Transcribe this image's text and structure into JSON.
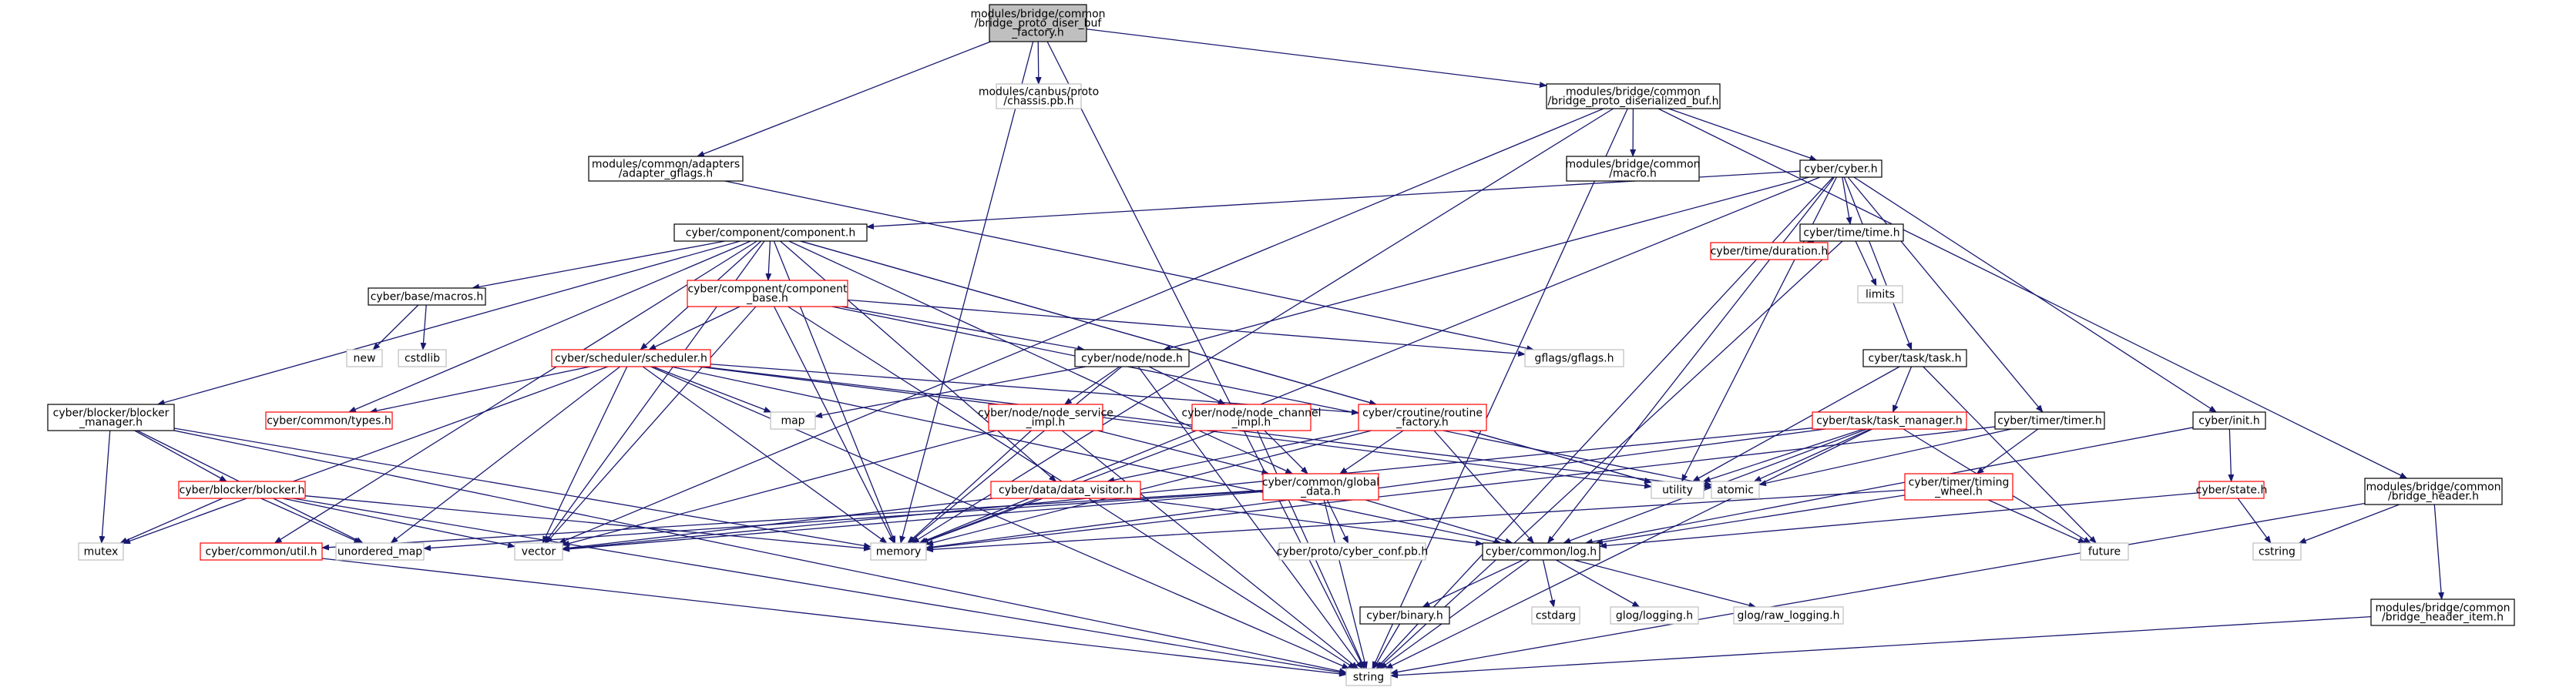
{
  "colors": {
    "edge": "#191970",
    "default_border": "#000000",
    "root_fill": "#bfbfbf",
    "red_border": "#ff0000",
    "gray_border": "#bfbfbf",
    "text": "#000000"
  },
  "nodes": [
    {
      "id": "root",
      "lines": [
        "modules/bridge/common",
        "/bridge_proto_diser_buf",
        "_factory.h"
      ],
      "style": "root"
    },
    {
      "id": "chassis",
      "lines": [
        "modules/canbus/proto",
        "/chassis.pb.h"
      ],
      "style": "gray"
    },
    {
      "id": "deser_buf",
      "lines": [
        "modules/bridge/common",
        "/bridge_proto_diserialized_buf.h"
      ],
      "style": "default"
    },
    {
      "id": "adapter_gflags",
      "lines": [
        "modules/common/adapters",
        "/adapter_gflags.h"
      ],
      "style": "default"
    },
    {
      "id": "macro",
      "lines": [
        "modules/bridge/common",
        "/macro.h"
      ],
      "style": "default"
    },
    {
      "id": "cyber_h",
      "lines": [
        "cyber/cyber.h"
      ],
      "style": "default"
    },
    {
      "id": "component",
      "lines": [
        "cyber/component/component.h"
      ],
      "style": "default"
    },
    {
      "id": "time_h",
      "lines": [
        "cyber/time/time.h"
      ],
      "style": "default"
    },
    {
      "id": "duration",
      "lines": [
        "cyber/time/duration.h"
      ],
      "style": "red"
    },
    {
      "id": "limits",
      "lines": [
        "limits"
      ],
      "style": "gray"
    },
    {
      "id": "macros",
      "lines": [
        "cyber/base/macros.h"
      ],
      "style": "default"
    },
    {
      "id": "new",
      "lines": [
        "new"
      ],
      "style": "gray"
    },
    {
      "id": "cstdlib",
      "lines": [
        "cstdlib"
      ],
      "style": "gray"
    },
    {
      "id": "component_base",
      "lines": [
        "cyber/component/component",
        "_base.h"
      ],
      "style": "red"
    },
    {
      "id": "gflags",
      "lines": [
        "gflags/gflags.h"
      ],
      "style": "gray"
    },
    {
      "id": "scheduler",
      "lines": [
        "cyber/scheduler/scheduler.h"
      ],
      "style": "red"
    },
    {
      "id": "node_h",
      "lines": [
        "cyber/node/node.h"
      ],
      "style": "default"
    },
    {
      "id": "task_h",
      "lines": [
        "cyber/task/task.h"
      ],
      "style": "default"
    },
    {
      "id": "blocker_manager",
      "lines": [
        "cyber/blocker/blocker",
        "_manager.h"
      ],
      "style": "default"
    },
    {
      "id": "types",
      "lines": [
        "cyber/common/types.h"
      ],
      "style": "red"
    },
    {
      "id": "map",
      "lines": [
        "map"
      ],
      "style": "gray"
    },
    {
      "id": "node_service",
      "lines": [
        "cyber/node/node_service",
        "_impl.h"
      ],
      "style": "red"
    },
    {
      "id": "node_channel",
      "lines": [
        "cyber/node/node_channel",
        "_impl.h"
      ],
      "style": "red"
    },
    {
      "id": "routine_factory",
      "lines": [
        "cyber/croutine/routine",
        "_factory.h"
      ],
      "style": "red"
    },
    {
      "id": "task_manager",
      "lines": [
        "cyber/task/task_manager.h"
      ],
      "style": "red"
    },
    {
      "id": "timer_h",
      "lines": [
        "cyber/timer/timer.h"
      ],
      "style": "default"
    },
    {
      "id": "init_h",
      "lines": [
        "cyber/init.h"
      ],
      "style": "default"
    },
    {
      "id": "bridge_header",
      "lines": [
        "modules/bridge/common",
        "/bridge_header.h"
      ],
      "style": "default"
    },
    {
      "id": "blocker_h",
      "lines": [
        "cyber/blocker/blocker.h"
      ],
      "style": "red"
    },
    {
      "id": "data_visitor",
      "lines": [
        "cyber/data/data_visitor.h"
      ],
      "style": "red"
    },
    {
      "id": "global_data",
      "lines": [
        "cyber/common/global",
        "_data.h"
      ],
      "style": "red"
    },
    {
      "id": "utility",
      "lines": [
        "utility"
      ],
      "style": "gray"
    },
    {
      "id": "atomic",
      "lines": [
        "atomic"
      ],
      "style": "gray"
    },
    {
      "id": "timing_wheel",
      "lines": [
        "cyber/timer/timing",
        "_wheel.h"
      ],
      "style": "red"
    },
    {
      "id": "state_h",
      "lines": [
        "cyber/state.h"
      ],
      "style": "red"
    },
    {
      "id": "mutex",
      "lines": [
        "mutex"
      ],
      "style": "gray"
    },
    {
      "id": "util_h",
      "lines": [
        "cyber/common/util.h"
      ],
      "style": "red"
    },
    {
      "id": "unordered_map",
      "lines": [
        "unordered_map"
      ],
      "style": "gray"
    },
    {
      "id": "vector",
      "lines": [
        "vector"
      ],
      "style": "gray"
    },
    {
      "id": "memory",
      "lines": [
        "memory"
      ],
      "style": "gray"
    },
    {
      "id": "cyber_conf",
      "lines": [
        "cyber/proto/cyber_conf.pb.h"
      ],
      "style": "gray"
    },
    {
      "id": "log_h",
      "lines": [
        "cyber/common/log.h"
      ],
      "style": "default"
    },
    {
      "id": "future",
      "lines": [
        "future"
      ],
      "style": "gray"
    },
    {
      "id": "cstring",
      "lines": [
        "cstring"
      ],
      "style": "gray"
    },
    {
      "id": "binary_h",
      "lines": [
        "cyber/binary.h"
      ],
      "style": "default"
    },
    {
      "id": "cstdarg",
      "lines": [
        "cstdarg"
      ],
      "style": "gray"
    },
    {
      "id": "glog_logging",
      "lines": [
        "glog/logging.h"
      ],
      "style": "gray"
    },
    {
      "id": "glog_raw",
      "lines": [
        "glog/raw_logging.h"
      ],
      "style": "gray"
    },
    {
      "id": "bridge_header_item",
      "lines": [
        "modules/bridge/common",
        "/bridge_header_item.h"
      ],
      "style": "default"
    },
    {
      "id": "string",
      "lines": [
        "string"
      ],
      "style": "gray"
    }
  ],
  "edges": [
    [
      "root",
      "chassis"
    ],
    [
      "root",
      "deser_buf"
    ],
    [
      "root",
      "adapter_gflags"
    ],
    [
      "root",
      "memory"
    ],
    [
      "root",
      "string"
    ],
    [
      "deser_buf",
      "macro"
    ],
    [
      "deser_buf",
      "cyber_h"
    ],
    [
      "deser_buf",
      "bridge_header"
    ],
    [
      "deser_buf",
      "memory"
    ],
    [
      "deser_buf",
      "vector"
    ],
    [
      "deser_buf",
      "string"
    ],
    [
      "adapter_gflags",
      "gflags"
    ],
    [
      "cyber_h",
      "component"
    ],
    [
      "cyber_h",
      "time_h"
    ],
    [
      "cyber_h",
      "node_h"
    ],
    [
      "cyber_h",
      "task_h"
    ],
    [
      "cyber_h",
      "timer_h"
    ],
    [
      "cyber_h",
      "init_h"
    ],
    [
      "cyber_h",
      "log_h"
    ],
    [
      "cyber_h",
      "utility"
    ],
    [
      "cyber_h",
      "memory"
    ],
    [
      "cyber_h",
      "string"
    ],
    [
      "time_h",
      "duration"
    ],
    [
      "time_h",
      "limits"
    ],
    [
      "time_h",
      "string"
    ],
    [
      "component",
      "macros"
    ],
    [
      "component",
      "component_base"
    ],
    [
      "component",
      "scheduler"
    ],
    [
      "component",
      "blocker_manager"
    ],
    [
      "component",
      "types"
    ],
    [
      "component",
      "data_visitor"
    ],
    [
      "component",
      "routine_factory"
    ],
    [
      "component",
      "global_data"
    ],
    [
      "component",
      "util_h"
    ],
    [
      "component",
      "vector"
    ],
    [
      "component",
      "memory"
    ],
    [
      "component",
      "utility"
    ],
    [
      "macros",
      "new"
    ],
    [
      "macros",
      "cstdlib"
    ],
    [
      "component_base",
      "gflags"
    ],
    [
      "component_base",
      "node_h"
    ],
    [
      "component_base",
      "scheduler"
    ],
    [
      "component_base",
      "atomic"
    ],
    [
      "component_base",
      "vector"
    ],
    [
      "component_base",
      "memory"
    ],
    [
      "component_base",
      "string"
    ],
    [
      "scheduler",
      "types"
    ],
    [
      "scheduler",
      "map"
    ],
    [
      "scheduler",
      "routine_factory"
    ],
    [
      "scheduler",
      "log_h"
    ],
    [
      "scheduler",
      "atomic"
    ],
    [
      "scheduler",
      "utility"
    ],
    [
      "scheduler",
      "unordered_map"
    ],
    [
      "scheduler",
      "vector"
    ],
    [
      "scheduler",
      "memory"
    ],
    [
      "scheduler",
      "mutex"
    ],
    [
      "scheduler",
      "string"
    ],
    [
      "node_h",
      "map"
    ],
    [
      "node_h",
      "node_service"
    ],
    [
      "node_h",
      "node_channel"
    ],
    [
      "node_h",
      "memory"
    ],
    [
      "node_h",
      "string"
    ],
    [
      "node_service",
      "global_data"
    ],
    [
      "node_service",
      "memory"
    ],
    [
      "node_service",
      "vector"
    ],
    [
      "node_service",
      "string"
    ],
    [
      "node_channel",
      "global_data"
    ],
    [
      "node_channel",
      "memory"
    ],
    [
      "node_channel",
      "string"
    ],
    [
      "routine_factory",
      "data_visitor"
    ],
    [
      "routine_factory",
      "global_data"
    ],
    [
      "routine_factory",
      "log_h"
    ],
    [
      "routine_factory",
      "utility"
    ],
    [
      "routine_factory",
      "memory"
    ],
    [
      "data_visitor",
      "log_h"
    ],
    [
      "data_visitor",
      "memory"
    ],
    [
      "data_visitor",
      "vector"
    ],
    [
      "global_data",
      "cyber_conf"
    ],
    [
      "global_data",
      "log_h"
    ],
    [
      "global_data",
      "util_h"
    ],
    [
      "global_data",
      "unordered_map"
    ],
    [
      "global_data",
      "vector"
    ],
    [
      "global_data",
      "string"
    ],
    [
      "task_h",
      "task_manager"
    ],
    [
      "task_h",
      "future"
    ],
    [
      "task_h",
      "utility"
    ],
    [
      "task_manager",
      "log_h"
    ],
    [
      "task_manager",
      "future"
    ],
    [
      "task_manager",
      "atomic"
    ],
    [
      "task_manager",
      "utility"
    ],
    [
      "task_manager",
      "memory"
    ],
    [
      "task_manager",
      "vector"
    ],
    [
      "task_manager",
      "string"
    ],
    [
      "timer_h",
      "timing_wheel"
    ],
    [
      "timer_h",
      "atomic"
    ],
    [
      "timer_h",
      "memory"
    ],
    [
      "timing_wheel",
      "log_h"
    ],
    [
      "timing_wheel",
      "future"
    ],
    [
      "timing_wheel",
      "memory"
    ],
    [
      "init_h",
      "state_h"
    ],
    [
      "init_h",
      "log_h"
    ],
    [
      "state_h",
      "cstring"
    ],
    [
      "state_h",
      "log_h"
    ],
    [
      "blocker_manager",
      "blocker_h"
    ],
    [
      "blocker_manager",
      "unordered_map"
    ],
    [
      "blocker_manager",
      "memory"
    ],
    [
      "blocker_manager",
      "mutex"
    ],
    [
      "blocker_manager",
      "string"
    ],
    [
      "blocker_h",
      "mutex"
    ],
    [
      "blocker_h",
      "unordered_map"
    ],
    [
      "blocker_h",
      "vector"
    ],
    [
      "blocker_h",
      "memory"
    ],
    [
      "blocker_h",
      "string"
    ],
    [
      "util_h",
      "string"
    ],
    [
      "log_h",
      "binary_h"
    ],
    [
      "log_h",
      "cstdarg"
    ],
    [
      "log_h",
      "glog_logging"
    ],
    [
      "log_h",
      "glog_raw"
    ],
    [
      "log_h",
      "string"
    ],
    [
      "binary_h",
      "string"
    ],
    [
      "bridge_header",
      "cstring"
    ],
    [
      "bridge_header",
      "bridge_header_item"
    ],
    [
      "bridge_header",
      "string"
    ],
    [
      "bridge_header_item",
      "string"
    ]
  ]
}
